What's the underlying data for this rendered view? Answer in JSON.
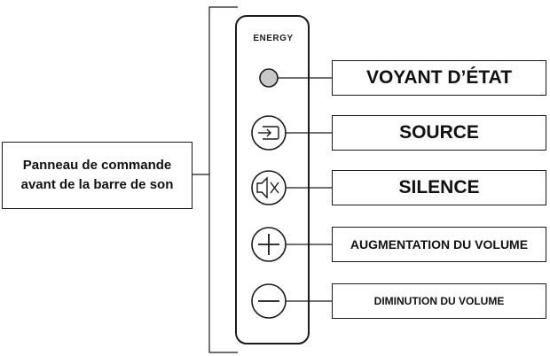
{
  "brand": "ENERGY",
  "panel_description": {
    "line1": "Panneau de commande",
    "line2": "avant de la barre de son"
  },
  "controls": [
    {
      "label": "VOYANT D’ÉTAT",
      "icon": "status-led-icon"
    },
    {
      "label": "SOURCE",
      "icon": "source-input-icon"
    },
    {
      "label": "SILENCE",
      "icon": "mute-icon"
    },
    {
      "label": "AUGMENTATION DU VOLUME",
      "icon": "plus-icon"
    },
    {
      "label": "DIMINUTION DU VOLUME",
      "icon": "minus-icon"
    }
  ],
  "colors": {
    "outline": "#1a1a1a",
    "led_fill": "#c8c8c8"
  }
}
